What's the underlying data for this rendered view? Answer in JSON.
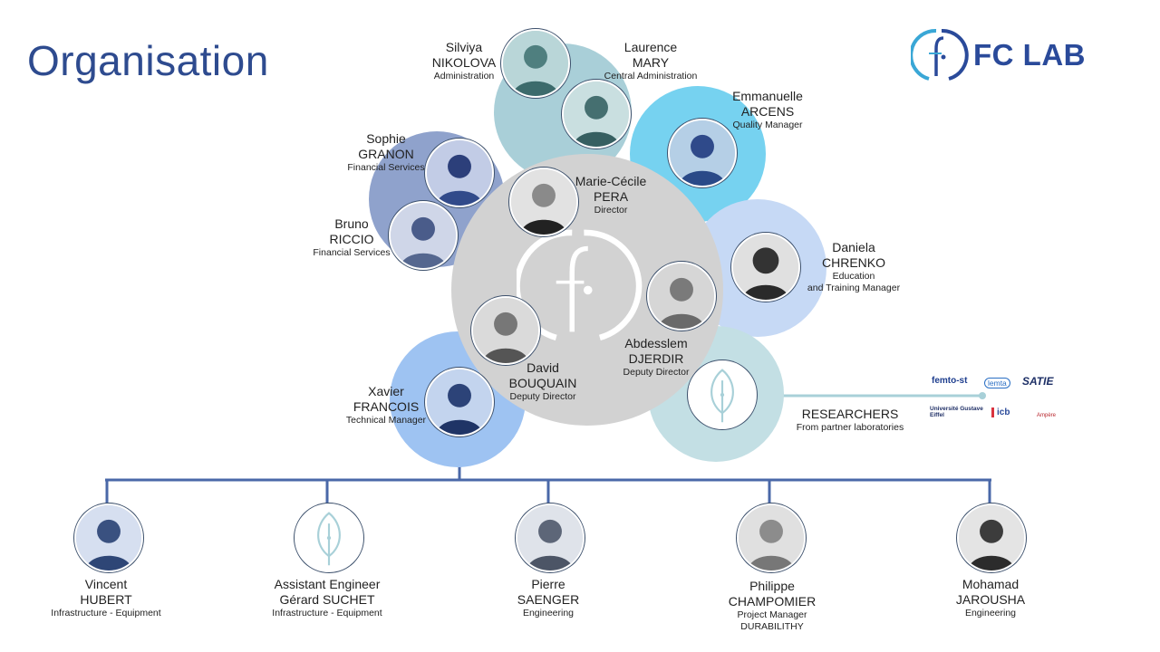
{
  "page": {
    "title": "Organisation"
  },
  "brand": {
    "name": "FC LAB"
  },
  "members": [
    {
      "key": "nikolova",
      "first": "Silviya",
      "last": "NIKOLOVA",
      "role": [
        "Administration"
      ]
    },
    {
      "key": "mary",
      "first": "Laurence",
      "last": "MARY",
      "role": [
        "Central Administration"
      ]
    },
    {
      "key": "arcens",
      "first": "Emmanuelle",
      "last": "ARCENS",
      "role": [
        "Quality Manager"
      ]
    },
    {
      "key": "granon",
      "first": "Sophie",
      "last": "GRANON",
      "role": [
        "Financial Services"
      ]
    },
    {
      "key": "riccio",
      "first": "Bruno",
      "last": "RICCIO",
      "role": [
        "Financial Services"
      ]
    },
    {
      "key": "pera",
      "first": "Marie-Cécile",
      "last": "PERA",
      "role": [
        "Director"
      ]
    },
    {
      "key": "chrenko",
      "first": "Daniela",
      "last": "CHRENKO",
      "role": [
        "Education",
        "and Training Manager"
      ]
    },
    {
      "key": "djerdir",
      "first": "Abdesslem",
      "last": "DJERDIR",
      "role": [
        "Deputy Director"
      ]
    },
    {
      "key": "bouquain",
      "first": "David",
      "last": "BOUQUAIN",
      "role": [
        "Deputy Director"
      ]
    },
    {
      "key": "francois",
      "first": "Xavier",
      "last": "FRANCOIS",
      "role": [
        "Technical Manager"
      ]
    },
    {
      "key": "hubert",
      "first": "Vincent",
      "last": "HUBERT",
      "role": [
        "Infrastructure - Equipment"
      ]
    },
    {
      "key": "suchet",
      "first": "Assistant Engineer",
      "last": "Gérard SUCHET",
      "role": [
        "Infrastructure - Equipment"
      ]
    },
    {
      "key": "saenger",
      "first": "Pierre",
      "last": "SAENGER",
      "role": [
        "Engineering"
      ]
    },
    {
      "key": "champomier",
      "first": "Philippe",
      "last": "CHAMPOMIER",
      "role": [
        "Project Manager",
        "DURABILITHY"
      ]
    },
    {
      "key": "jarousha",
      "first": "Mohamad",
      "last": "JAROUSHA",
      "role": [
        "Engineering"
      ]
    }
  ],
  "researchers": {
    "title": "RESEARCHERS",
    "subtitle": "From partner laboratories"
  },
  "partners": [
    "femto-st",
    "lemta",
    "SATIE",
    "Université Gustave Eiffel",
    "icb",
    "Ampère"
  ],
  "colors": {
    "title": "#2e4b8f",
    "center_bubble": "#d2d2d2",
    "admin_bubble": "#a9cfd8",
    "quality_bubble": "#76d2f0",
    "finance_bubble": "#8fa2cc",
    "education_bubble": "#c6d9f5",
    "technical_bubble": "#9ec3f2",
    "researchers_bubble": "#c3dfe4",
    "org_line": "#4a68a8"
  }
}
